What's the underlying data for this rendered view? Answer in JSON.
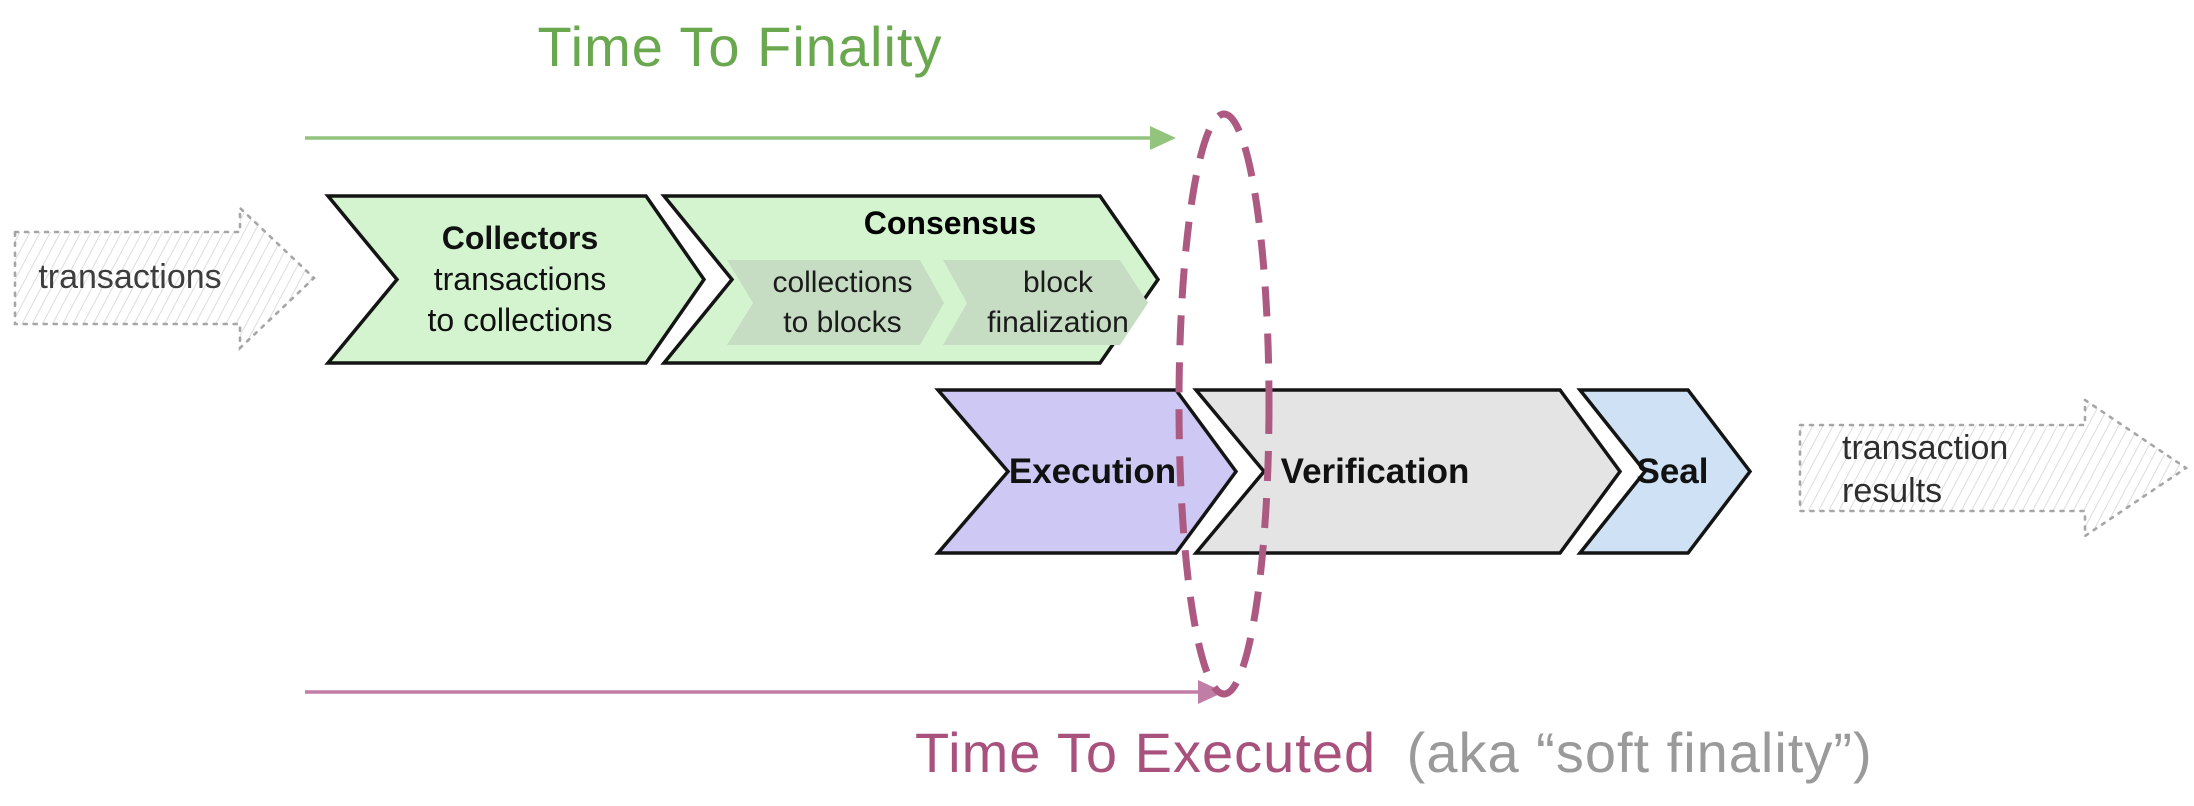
{
  "colors": {
    "finality_green": "#6aa84f",
    "finality_arrow_green": "#93c47d",
    "chevron_green": "#d4f4d0",
    "consensus_substep_fill": "#c6ddc3",
    "execution_purple": "#cdc9f4",
    "verification_gray": "#e4e4e4",
    "seal_blue": "#cfe2f5",
    "executed_magenta": "#a8517c",
    "executed_arrow_pink": "#c07da6",
    "soft_finality_ellipse": "#ad5a82"
  },
  "top": {
    "title": "Time To Finality"
  },
  "input_arrow": {
    "label": "transactions"
  },
  "pipeline": {
    "collectors": {
      "title": "Collectors",
      "subtitle": "transactions\nto collections"
    },
    "consensus": {
      "title": "Consensus",
      "sub_steps": [
        {
          "label": "collections\nto blocks"
        },
        {
          "label": "block\nfinalization"
        }
      ]
    },
    "execution": {
      "title": "Execution"
    },
    "verification": {
      "title": "Verification"
    },
    "seal": {
      "title": "Seal"
    }
  },
  "output_arrow": {
    "label": "transaction\nresults"
  },
  "bottom": {
    "title": "Time To Executed",
    "suffix": "(aka “soft finality”)"
  }
}
